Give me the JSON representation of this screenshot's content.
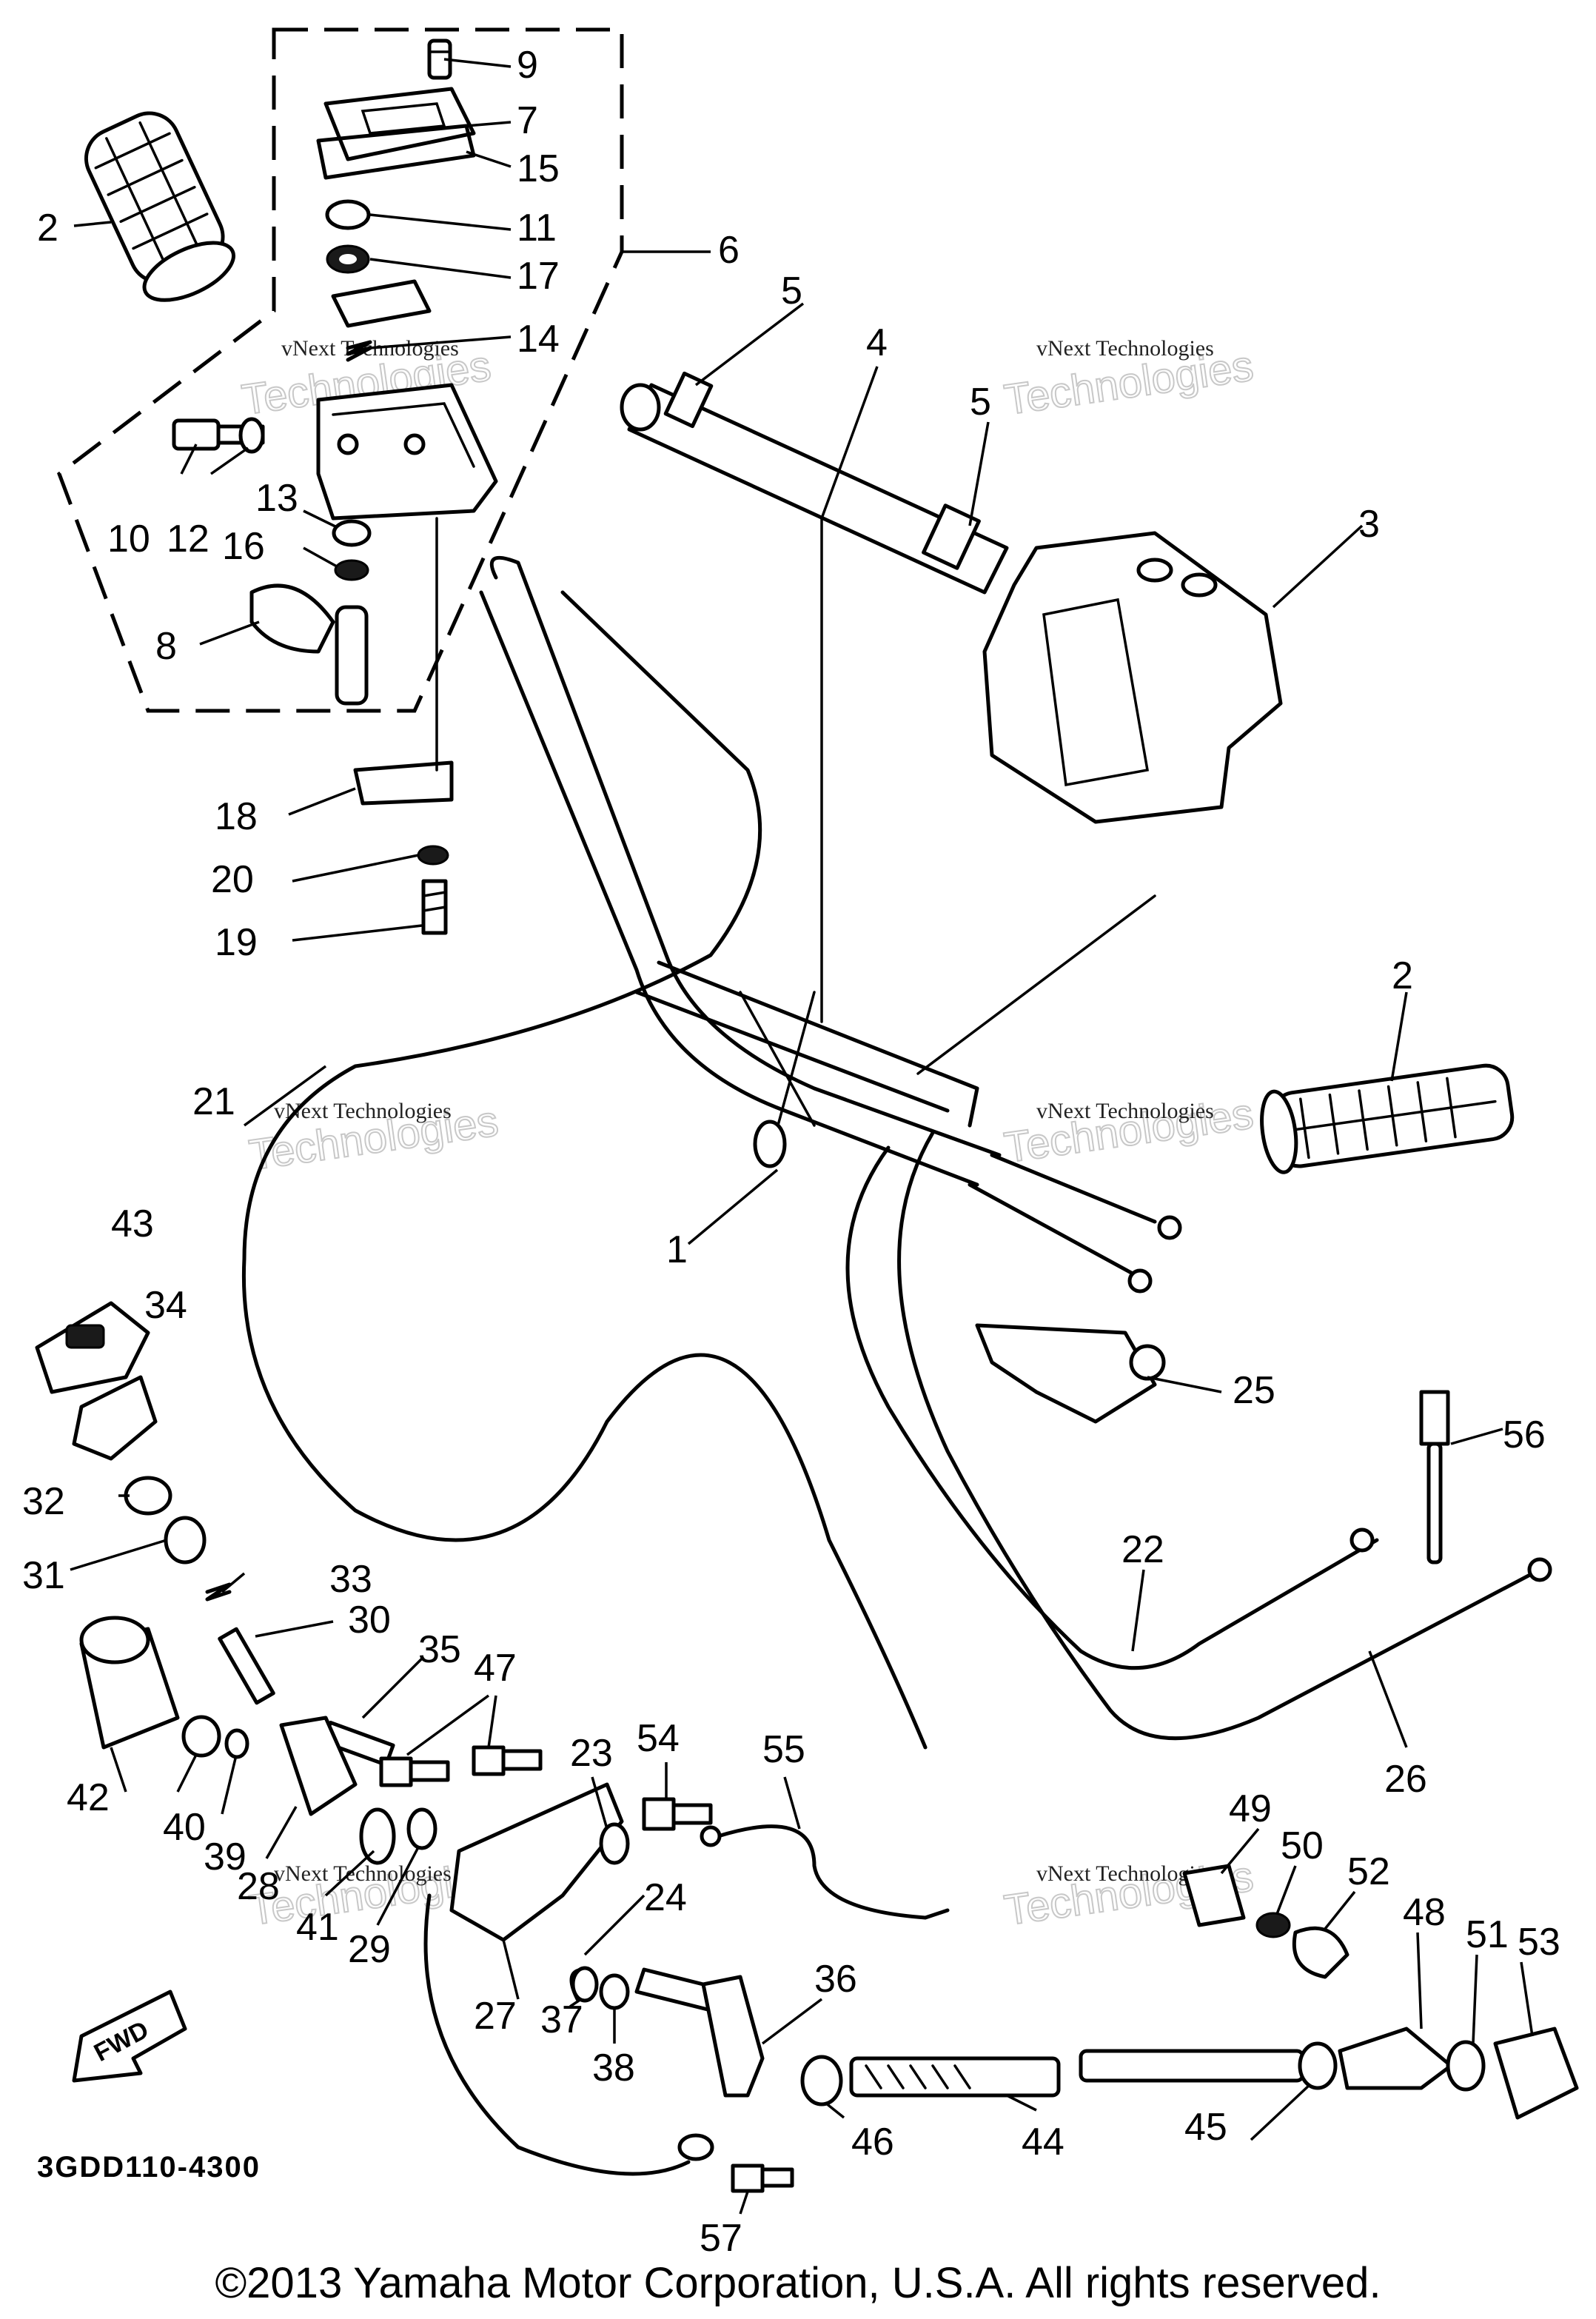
{
  "diagram": {
    "code": "3GDD110-4300",
    "fwd_label": "FWD",
    "copyright": "©2013 Yamaha Motor Corporation, U.S.A. All rights reserved.",
    "watermark_line1": "vNext Technologies",
    "watermark_line2": "Technologies",
    "callouts": [
      "1",
      "2",
      "2",
      "3",
      "4",
      "5",
      "5",
      "6",
      "7",
      "8",
      "9",
      "10",
      "11",
      "12",
      "13",
      "14",
      "15",
      "16",
      "17",
      "18",
      "19",
      "20",
      "21",
      "22",
      "23",
      "24",
      "25",
      "26",
      "27",
      "28",
      "29",
      "30",
      "31",
      "32",
      "33",
      "34",
      "35",
      "36",
      "37",
      "38",
      "39",
      "40",
      "41",
      "42",
      "43",
      "44",
      "45",
      "46",
      "47",
      "48",
      "49",
      "50",
      "51",
      "52",
      "53",
      "54",
      "55",
      "56",
      "57"
    ]
  }
}
